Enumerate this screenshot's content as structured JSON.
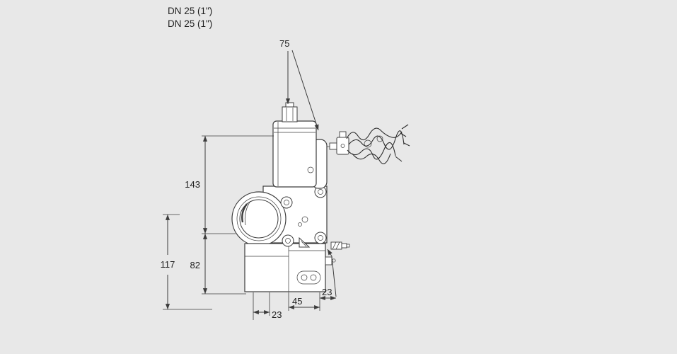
{
  "meta": {
    "background_color": "#e8e8e8",
    "line_color": "#3c3c3c",
    "text_color": "#1f1f1f",
    "drawing_type": "valve-dimension-drawing"
  },
  "title": {
    "line1": "DN 25 (1\")",
    "line2": "DN 25 (1\")"
  },
  "dimensions": {
    "top_width": "75",
    "actuator_height": "143",
    "body_height": "117",
    "lower_height": "82",
    "bottom_left_width": "23",
    "bottom_center_width": "45",
    "bottom_right_width": "23"
  }
}
